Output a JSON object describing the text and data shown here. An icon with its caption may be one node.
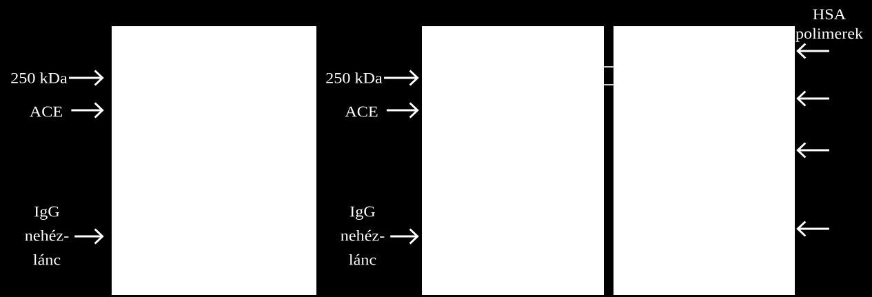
{
  "diagram": {
    "nodes": [
      {
        "text": [
          "250 kDa"
        ]
      },
      {
        "text": [
          "ACE"
        ]
      },
      {
        "text": [
          "IgG nehéz-lánc"
        ]
      },
      {
        "text": [],
        "shape": "box"
      },
      {
        "text": [
          "250 kDa"
        ]
      },
      {
        "text": [
          "ACE"
        ]
      },
      {
        "text": [
          "IgG nehéz-lánc"
        ]
      },
      {
        "text": [],
        "shape": "box"
      },
      {
        "text": [],
        "shape": "box"
      }
    ],
    "edges": [
      {
        "from": 0,
        "to": 3,
        "arrow": "to"
      },
      {
        "from": 1,
        "to": 3,
        "arrow": "to"
      },
      {
        "from": 2,
        "to": 3,
        "arrow": "to"
      },
      {
        "from": 4,
        "to": 7,
        "arrow": "to"
      },
      {
        "from": 5,
        "to": 7,
        "arrow": "to"
      },
      {
        "from": 6,
        "to": 7,
        "arrow": "to"
      },
      {
        "from": null,
        "to": 8,
        "arrow": "to"
      },
      {
        "from": null,
        "to": 8,
        "arrow": "to"
      },
      {
        "from": null,
        "to": 8,
        "arrow": "to"
      },
      {
        "from": null,
        "to": 8,
        "arrow": "to"
      },
      {
        "from": 7,
        "to": 8,
        "arrow": "none",
        "color": "#cdcdcd"
      },
      {
        "from": 7,
        "to": 8,
        "arrow": "none",
        "color": "#cdcdcd"
      }
    ],
    "labels": [
      "HSA polimerek"
    ]
  }
}
